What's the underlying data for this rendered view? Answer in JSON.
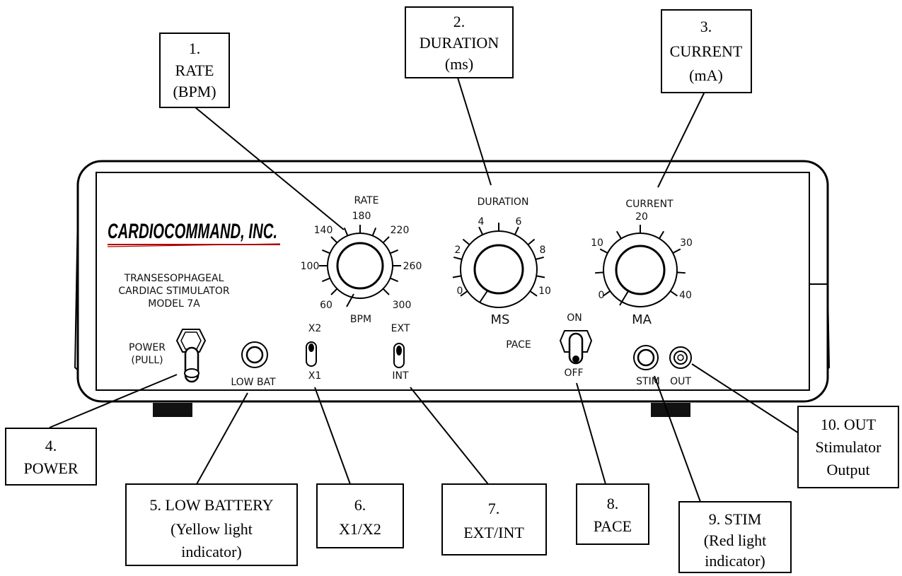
{
  "device": {
    "brand_logo": "CARDIOCOMMAND, INC.",
    "description_lines": [
      "TRANSESOPHAGEAL",
      "CARDIAC STIMULATOR",
      "MODEL 7A"
    ],
    "accent_color": "#b00000"
  },
  "dials": {
    "rate": {
      "title": "RATE",
      "unit": "BPM",
      "scale": [
        "60",
        "100",
        "140",
        "180",
        "220",
        "260",
        "300"
      ]
    },
    "duration": {
      "title": "DURATION",
      "unit": "MS",
      "scale": [
        "0",
        "2",
        "4",
        "6",
        "8",
        "10"
      ]
    },
    "current": {
      "title": "CURRENT",
      "unit": "MA",
      "scale": [
        "0",
        "10",
        "20",
        "30",
        "40"
      ]
    }
  },
  "switch_labels": {
    "power_top": "POWER",
    "power_bottom": "(PULL)",
    "low_bat": "LOW  BAT",
    "x2": "X2",
    "x1": "X1",
    "ext": "EXT",
    "int": "INT",
    "pace": "PACE",
    "pace_on": "ON",
    "pace_off": "OFF",
    "stim": "STIM",
    "out": "OUT"
  },
  "callouts": {
    "rate": [
      "1.",
      "RATE",
      "(BPM)"
    ],
    "duration": [
      "2.",
      "DURATION",
      "(ms)"
    ],
    "current": [
      "3.",
      "CURRENT",
      "(mA)"
    ],
    "power": [
      "4.",
      "POWER"
    ],
    "low_battery": [
      "5. LOW BATTERY",
      "(Yellow light",
      "indicator)"
    ],
    "x1x2": [
      "6.",
      "X1/X2"
    ],
    "ext_int": [
      "7.",
      "EXT/INT"
    ],
    "pace": [
      "8.",
      "PACE"
    ],
    "stim": [
      "9. STIM",
      "(Red light",
      "indicator)"
    ],
    "out": [
      "10. OUT",
      "Stimulator",
      "Output"
    ]
  }
}
